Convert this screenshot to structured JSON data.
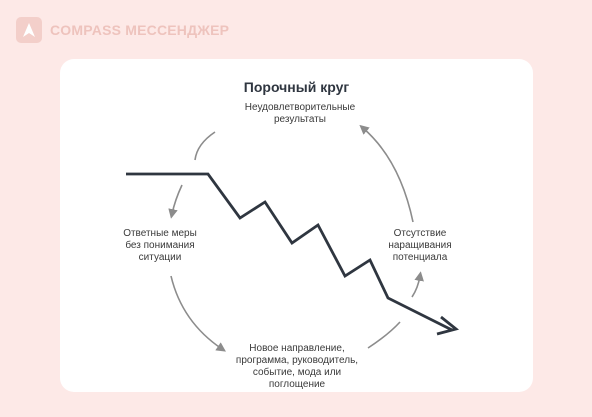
{
  "brand": {
    "name": "COMPASS МЕССЕНДЖЕР",
    "logo_icon": "compass-arrow-icon"
  },
  "diagram": {
    "title": "Порочный круг",
    "nodes": {
      "top": "Неудовлетворительные\nрезультаты",
      "right": "Отсутствие\nнаращивания\nпотенциала",
      "bottom": "Новое направление,\nпрограмма, руководитель,\nсобытие, мода или\nпоглощение",
      "left": "Ответные меры\nбез понимания\nситуации"
    }
  },
  "colors": {
    "background": "#fde9e7",
    "card": "#ffffff",
    "line": "#2f3640",
    "cycle_arrow": "#8c8c8c",
    "brand_text": "#eec3bd"
  }
}
